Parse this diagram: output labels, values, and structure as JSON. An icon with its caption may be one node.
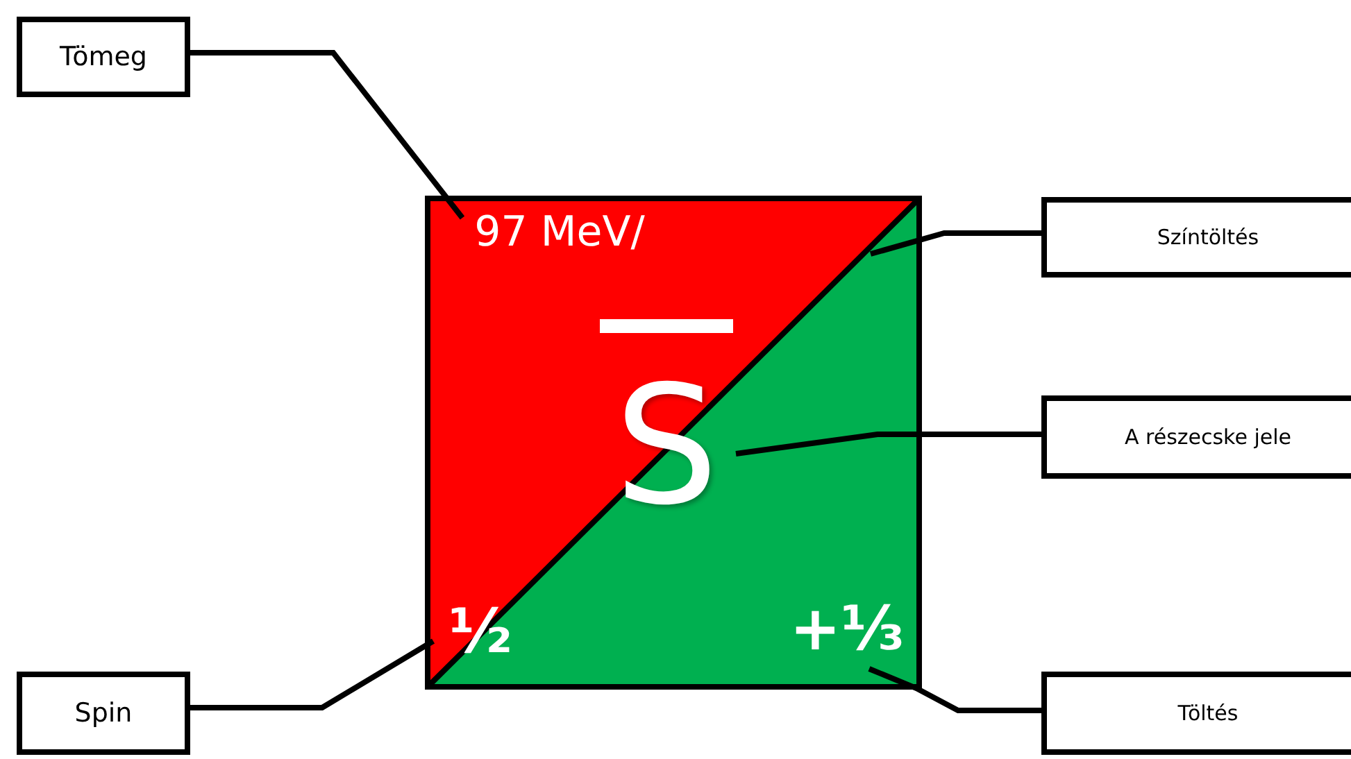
{
  "diagram": {
    "nodes": [
      {
        "text": [
          "Tömeg"
        ]
      },
      {
        "text": [],
        "shape": "box"
      },
      {
        "text": [
          "97 MeV/"
        ],
        "in": 1
      },
      {
        "text": [
          "S"
        ],
        "in": 1
      },
      {
        "text": [
          "½"
        ],
        "in": 1
      },
      {
        "text": [
          "+⅓"
        ],
        "in": 1
      },
      {
        "text": [
          "Színtöltés"
        ]
      },
      {
        "text": [
          "A részecske jele"
        ]
      },
      {
        "text": [
          "Spin"
        ]
      },
      {
        "text": [
          "Töltés"
        ]
      }
    ],
    "edges": [
      {
        "from": 0,
        "to": 2,
        "arrow": "none"
      },
      {
        "from": 6,
        "to": null,
        "arrow": "none"
      },
      {
        "from": 7,
        "to": 3,
        "arrow": "none"
      },
      {
        "from": 8,
        "to": 4,
        "arrow": "none"
      },
      {
        "from": 9,
        "to": 5,
        "arrow": "none"
      }
    ]
  }
}
